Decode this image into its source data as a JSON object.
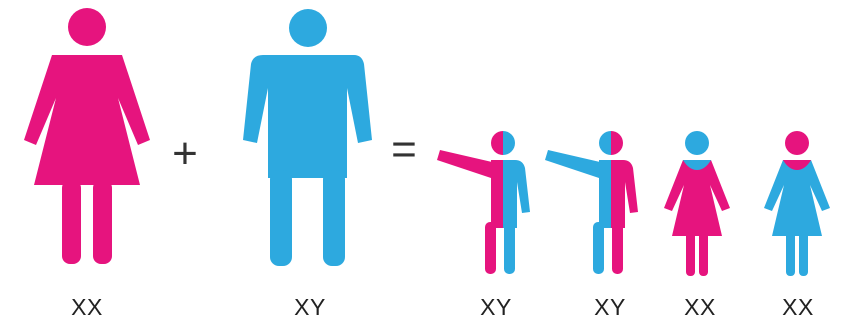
{
  "colors": {
    "female": "#E6147E",
    "male": "#2DA9DF"
  },
  "operators": {
    "plus": "+",
    "equals": "="
  },
  "figures": [
    {
      "id": "mother",
      "shape": "woman",
      "label": "XX",
      "color": "female"
    },
    {
      "id": "father",
      "shape": "man",
      "label": "XY",
      "color": "male"
    },
    {
      "id": "child-1",
      "shape": "boy-pointing",
      "label": "XY",
      "color": "split"
    },
    {
      "id": "child-2",
      "shape": "boy-pointing",
      "label": "XY",
      "color": "split-reversed"
    },
    {
      "id": "child-3",
      "shape": "girl",
      "label": "XX",
      "color": "female-with-male-head"
    },
    {
      "id": "child-4",
      "shape": "girl",
      "label": "XX",
      "color": "male-with-female-head"
    }
  ]
}
